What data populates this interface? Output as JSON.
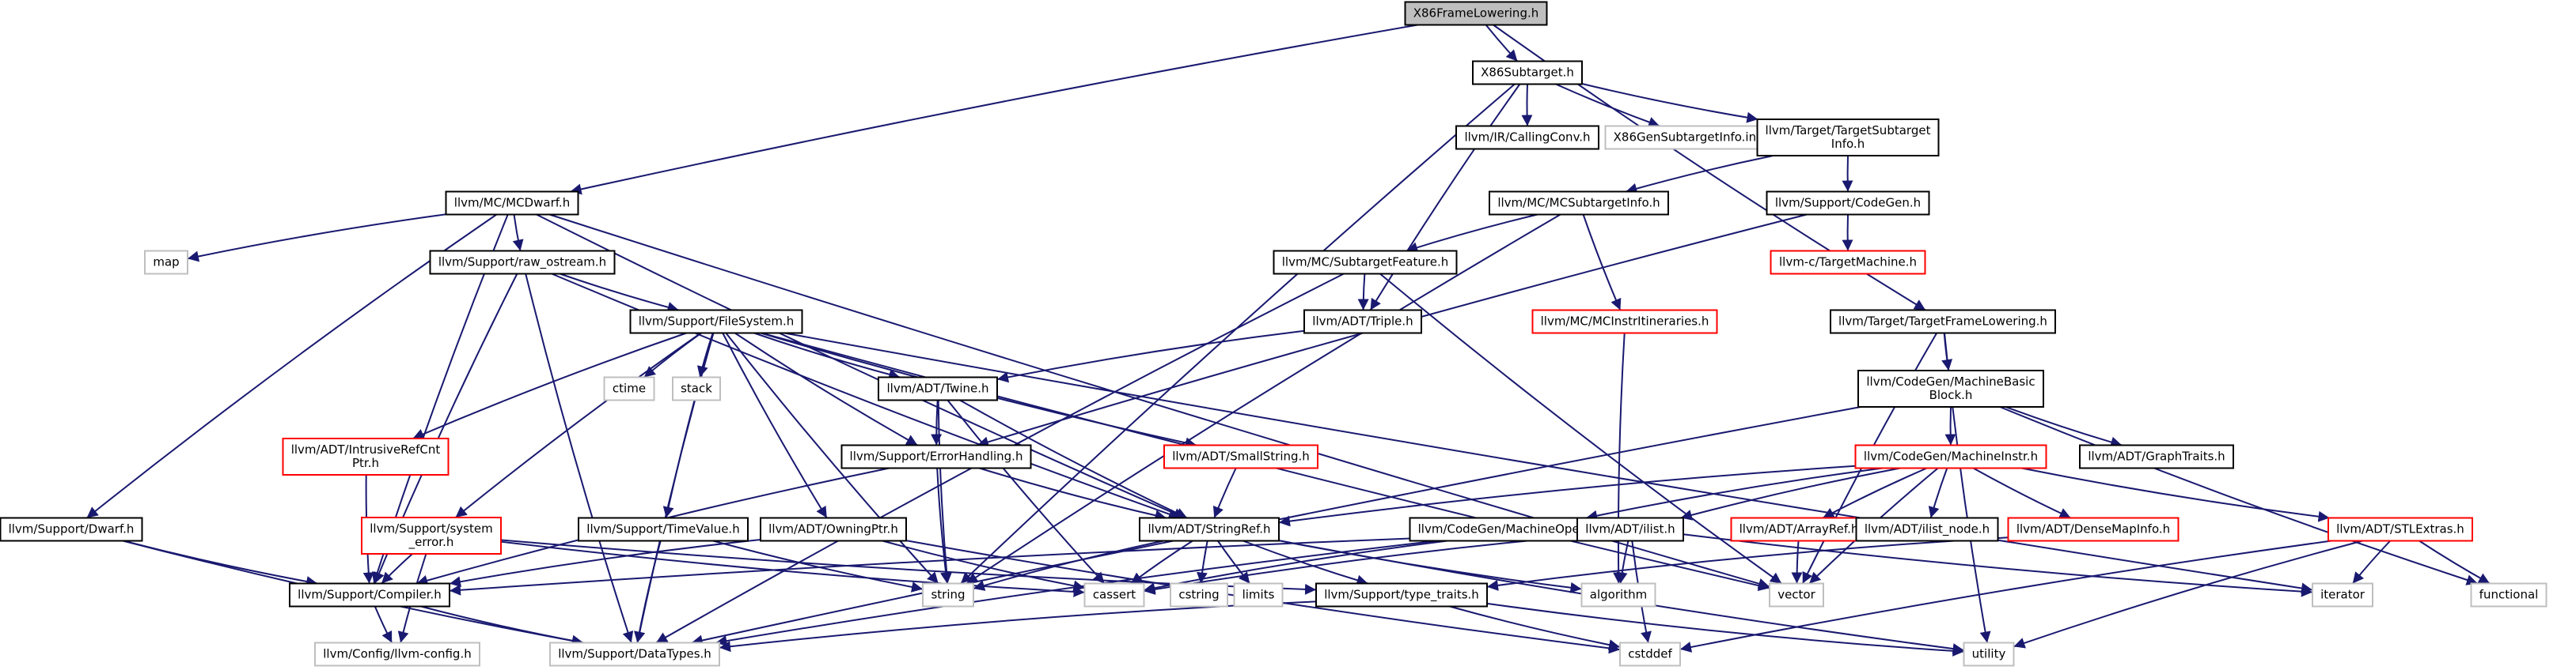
{
  "colors": {
    "edge": "#191970",
    "default_border": "#000000",
    "system_border": "#bfbfbf",
    "truncated_border": "#ff0000",
    "root_fill": "#bfbfbf"
  },
  "graph": {
    "nodes": [
      {
        "id": "x86framelowering",
        "lines": [
          "X86FrameLowering.h"
        ],
        "style": "root"
      },
      {
        "id": "x86subtarget",
        "lines": [
          "X86Subtarget.h"
        ],
        "style": "default"
      },
      {
        "id": "mcdwarf",
        "lines": [
          "llvm/MC/MCDwarf.h"
        ],
        "style": "default"
      },
      {
        "id": "targetframelowering",
        "lines": [
          "llvm/Target/TargetFrameLowering.h"
        ],
        "style": "default"
      },
      {
        "id": "callingconv",
        "lines": [
          "llvm/IR/CallingConv.h"
        ],
        "style": "default"
      },
      {
        "id": "x86gensubtargetinfo",
        "lines": [
          "X86GenSubtargetInfo.inc"
        ],
        "style": "system"
      },
      {
        "id": "targetsubtargetinfo",
        "lines": [
          "llvm/Target/TargetSubtarget",
          "Info.h"
        ],
        "style": "default"
      },
      {
        "id": "mcsubtargetinfo",
        "lines": [
          "llvm/MC/MCSubtargetInfo.h"
        ],
        "style": "default"
      },
      {
        "id": "codegen",
        "lines": [
          "llvm/Support/CodeGen.h"
        ],
        "style": "default"
      },
      {
        "id": "targetmachine_c",
        "lines": [
          "llvm-c/TargetMachine.h"
        ],
        "style": "truncated"
      },
      {
        "id": "map",
        "lines": [
          "map"
        ],
        "style": "system"
      },
      {
        "id": "raw_ostream",
        "lines": [
          "llvm/Support/raw_ostream.h"
        ],
        "style": "default"
      },
      {
        "id": "subtargetfeature",
        "lines": [
          "llvm/MC/SubtargetFeature.h"
        ],
        "style": "default"
      },
      {
        "id": "mcinstritineraries",
        "lines": [
          "llvm/MC/MCInstrItineraries.h"
        ],
        "style": "truncated"
      },
      {
        "id": "filesystem",
        "lines": [
          "llvm/Support/FileSystem.h"
        ],
        "style": "default"
      },
      {
        "id": "triple",
        "lines": [
          "llvm/ADT/Triple.h"
        ],
        "style": "default"
      },
      {
        "id": "machinebasicblock",
        "lines": [
          "llvm/CodeGen/MachineBasic",
          "Block.h"
        ],
        "style": "default"
      },
      {
        "id": "ctime",
        "lines": [
          "ctime"
        ],
        "style": "system"
      },
      {
        "id": "stack",
        "lines": [
          "stack"
        ],
        "style": "system"
      },
      {
        "id": "twine",
        "lines": [
          "llvm/ADT/Twine.h"
        ],
        "style": "default"
      },
      {
        "id": "intrusiverefcnt",
        "lines": [
          "llvm/ADT/IntrusiveRefCnt",
          "Ptr.h"
        ],
        "style": "truncated"
      },
      {
        "id": "smallstring",
        "lines": [
          "llvm/ADT/SmallString.h"
        ],
        "style": "truncated"
      },
      {
        "id": "errorhandling",
        "lines": [
          "llvm/Support/ErrorHandling.h"
        ],
        "style": "default"
      },
      {
        "id": "machineinstr",
        "lines": [
          "llvm/CodeGen/MachineInstr.h"
        ],
        "style": "truncated"
      },
      {
        "id": "graphtraits",
        "lines": [
          "llvm/ADT/GraphTraits.h"
        ],
        "style": "default"
      },
      {
        "id": "dwarf",
        "lines": [
          "llvm/Support/Dwarf.h"
        ],
        "style": "default"
      },
      {
        "id": "system_error",
        "lines": [
          "llvm/Support/system",
          "_error.h"
        ],
        "style": "truncated"
      },
      {
        "id": "timevalue",
        "lines": [
          "llvm/Support/TimeValue.h"
        ],
        "style": "default"
      },
      {
        "id": "owningptr",
        "lines": [
          "llvm/ADT/OwningPtr.h"
        ],
        "style": "default"
      },
      {
        "id": "stringref",
        "lines": [
          "llvm/ADT/StringRef.h"
        ],
        "style": "default"
      },
      {
        "id": "machineoperand",
        "lines": [
          "llvm/CodeGen/MachineOperand.h"
        ],
        "style": "default"
      },
      {
        "id": "ilist",
        "lines": [
          "llvm/ADT/ilist.h"
        ],
        "style": "default"
      },
      {
        "id": "arrayref",
        "lines": [
          "llvm/ADT/ArrayRef.h"
        ],
        "style": "truncated"
      },
      {
        "id": "ilist_node",
        "lines": [
          "llvm/ADT/ilist_node.h"
        ],
        "style": "default"
      },
      {
        "id": "densemapinfo",
        "lines": [
          "llvm/ADT/DenseMapInfo.h"
        ],
        "style": "truncated"
      },
      {
        "id": "stlextras",
        "lines": [
          "llvm/ADT/STLExtras.h"
        ],
        "style": "truncated"
      },
      {
        "id": "compiler",
        "lines": [
          "llvm/Support/Compiler.h"
        ],
        "style": "default"
      },
      {
        "id": "string",
        "lines": [
          "string"
        ],
        "style": "system"
      },
      {
        "id": "cassert",
        "lines": [
          "cassert"
        ],
        "style": "system"
      },
      {
        "id": "cstring",
        "lines": [
          "cstring"
        ],
        "style": "system"
      },
      {
        "id": "limits",
        "lines": [
          "limits"
        ],
        "style": "system"
      },
      {
        "id": "type_traits",
        "lines": [
          "llvm/Support/type_traits.h"
        ],
        "style": "default"
      },
      {
        "id": "algorithm",
        "lines": [
          "algorithm"
        ],
        "style": "system"
      },
      {
        "id": "vector",
        "lines": [
          "vector"
        ],
        "style": "system"
      },
      {
        "id": "iterator",
        "lines": [
          "iterator"
        ],
        "style": "system"
      },
      {
        "id": "functional",
        "lines": [
          "functional"
        ],
        "style": "system"
      },
      {
        "id": "llvm_config",
        "lines": [
          "llvm/Config/llvm-config.h"
        ],
        "style": "system"
      },
      {
        "id": "datatypes",
        "lines": [
          "llvm/Support/DataTypes.h"
        ],
        "style": "system"
      },
      {
        "id": "cstddef",
        "lines": [
          "cstddef"
        ],
        "style": "system"
      },
      {
        "id": "utility",
        "lines": [
          "utility"
        ],
        "style": "system"
      }
    ],
    "edges": [
      [
        "x86framelowering",
        "x86subtarget"
      ],
      [
        "x86framelowering",
        "mcdwarf"
      ],
      [
        "x86framelowering",
        "targetframelowering"
      ],
      [
        "x86subtarget",
        "callingconv"
      ],
      [
        "x86subtarget",
        "x86gensubtargetinfo"
      ],
      [
        "x86subtarget",
        "targetsubtargetinfo"
      ],
      [
        "x86subtarget",
        "triple"
      ],
      [
        "x86subtarget",
        "string"
      ],
      [
        "targetsubtargetinfo",
        "mcsubtargetinfo"
      ],
      [
        "targetsubtargetinfo",
        "codegen"
      ],
      [
        "codegen",
        "targetmachine_c"
      ],
      [
        "codegen",
        "errorhandling"
      ],
      [
        "mcsubtargetinfo",
        "subtargetfeature"
      ],
      [
        "mcsubtargetinfo",
        "mcinstritineraries"
      ],
      [
        "mcsubtargetinfo",
        "string"
      ],
      [
        "mcdwarf",
        "map"
      ],
      [
        "mcdwarf",
        "raw_ostream"
      ],
      [
        "mcdwarf",
        "dwarf"
      ],
      [
        "mcdwarf",
        "compiler"
      ],
      [
        "mcdwarf",
        "stringref"
      ],
      [
        "mcdwarf",
        "vector"
      ],
      [
        "raw_ostream",
        "filesystem"
      ],
      [
        "raw_ostream",
        "stringref"
      ],
      [
        "raw_ostream",
        "compiler"
      ],
      [
        "raw_ostream",
        "datatypes"
      ],
      [
        "subtargetfeature",
        "triple"
      ],
      [
        "subtargetfeature",
        "vector"
      ],
      [
        "subtargetfeature",
        "datatypes"
      ],
      [
        "mcinstritineraries",
        "algorithm"
      ],
      [
        "filesystem",
        "ctime"
      ],
      [
        "filesystem",
        "stack"
      ],
      [
        "filesystem",
        "twine"
      ],
      [
        "filesystem",
        "intrusiverefcnt"
      ],
      [
        "filesystem",
        "smallstring"
      ],
      [
        "filesystem",
        "errorhandling"
      ],
      [
        "filesystem",
        "system_error"
      ],
      [
        "filesystem",
        "timevalue"
      ],
      [
        "filesystem",
        "owningptr"
      ],
      [
        "filesystem",
        "datatypes"
      ],
      [
        "filesystem",
        "string"
      ],
      [
        "filesystem",
        "vector"
      ],
      [
        "filesystem",
        "iterator"
      ],
      [
        "triple",
        "twine"
      ],
      [
        "twine",
        "errorhandling"
      ],
      [
        "twine",
        "stringref"
      ],
      [
        "twine",
        "cassert"
      ],
      [
        "twine",
        "string"
      ],
      [
        "smallstring",
        "stringref"
      ],
      [
        "intrusiverefcnt",
        "compiler"
      ],
      [
        "errorhandling",
        "stringref"
      ],
      [
        "errorhandling",
        "compiler"
      ],
      [
        "errorhandling",
        "string"
      ],
      [
        "system_error",
        "compiler"
      ],
      [
        "system_error",
        "llvm_config"
      ],
      [
        "system_error",
        "cassert"
      ],
      [
        "system_error",
        "type_traits"
      ],
      [
        "timevalue",
        "datatypes"
      ],
      [
        "timevalue",
        "string"
      ],
      [
        "owningptr",
        "compiler"
      ],
      [
        "owningptr",
        "cassert"
      ],
      [
        "owningptr",
        "cstddef"
      ],
      [
        "stringref",
        "type_traits"
      ],
      [
        "stringref",
        "algorithm"
      ],
      [
        "stringref",
        "cassert"
      ],
      [
        "stringref",
        "cstring"
      ],
      [
        "stringref",
        "limits"
      ],
      [
        "stringref",
        "string"
      ],
      [
        "stringref",
        "utility"
      ],
      [
        "dwarf",
        "compiler"
      ],
      [
        "dwarf",
        "datatypes"
      ],
      [
        "compiler",
        "llvm_config"
      ],
      [
        "compiler",
        "datatypes"
      ],
      [
        "type_traits",
        "datatypes"
      ],
      [
        "type_traits",
        "cstddef"
      ],
      [
        "type_traits",
        "utility"
      ],
      [
        "targetframelowering",
        "machinebasicblock"
      ],
      [
        "targetframelowering",
        "vector"
      ],
      [
        "targetframelowering",
        "utility"
      ],
      [
        "machinebasicblock",
        "machineinstr"
      ],
      [
        "machinebasicblock",
        "graphtraits"
      ],
      [
        "machinebasicblock",
        "functional"
      ],
      [
        "machinebasicblock",
        "datatypes"
      ],
      [
        "machineinstr",
        "machineoperand"
      ],
      [
        "machineinstr",
        "ilist"
      ],
      [
        "machineinstr",
        "arrayref"
      ],
      [
        "machineinstr",
        "ilist_node"
      ],
      [
        "machineinstr",
        "densemapinfo"
      ],
      [
        "machineinstr",
        "stlextras"
      ],
      [
        "machineinstr",
        "stringref"
      ],
      [
        "machineinstr",
        "vector"
      ],
      [
        "machineoperand",
        "datatypes"
      ],
      [
        "machineoperand",
        "cassert"
      ],
      [
        "ilist",
        "compiler"
      ],
      [
        "ilist",
        "algorithm"
      ],
      [
        "ilist",
        "cassert"
      ],
      [
        "ilist",
        "cstddef"
      ],
      [
        "ilist",
        "iterator"
      ],
      [
        "arrayref",
        "vector"
      ],
      [
        "densemapinfo",
        "type_traits"
      ],
      [
        "stlextras",
        "cstddef"
      ],
      [
        "stlextras",
        "functional"
      ],
      [
        "stlextras",
        "iterator"
      ],
      [
        "stlextras",
        "utility"
      ]
    ]
  }
}
